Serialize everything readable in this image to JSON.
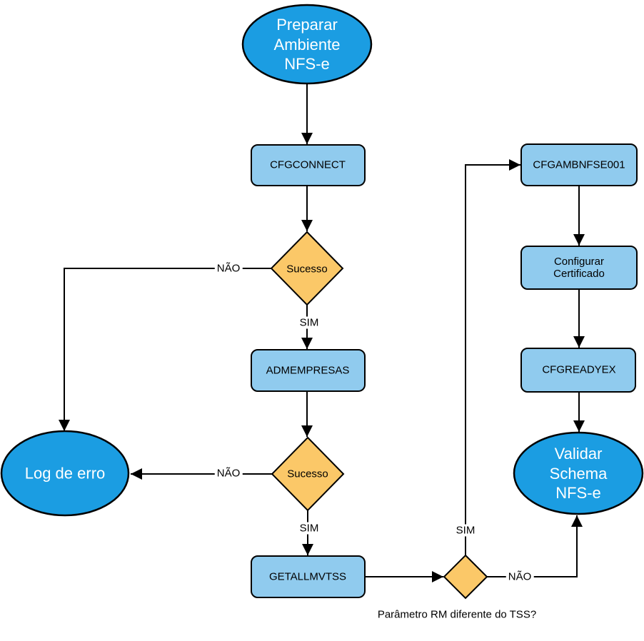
{
  "diagram": {
    "colors": {
      "terminal_fill": "#1B9DE2",
      "process_fill": "#90CBEE",
      "decision_fill": "#FBC868",
      "stroke": "#000000",
      "terminal_text": "#FFFFFF",
      "text": "#000000"
    },
    "nodes": {
      "start": {
        "label": "Preparar\nAmbiente\nNFS-e"
      },
      "cfgconnect": {
        "label": "CFGCONNECT"
      },
      "decision_sucesso_1": {
        "label": "Sucesso"
      },
      "admempresas": {
        "label": "ADMEMPRESAS"
      },
      "decision_sucesso_2": {
        "label": "Sucesso"
      },
      "log_de_erro": {
        "label": "Log de erro"
      },
      "getallmvtss": {
        "label": "GETALLMVTSS"
      },
      "decision_parametro": {
        "label": "",
        "caption": "Parâmetro RM diferente do TSS?"
      },
      "cfgambnfse001": {
        "label": "CFGAMBNFSE001"
      },
      "configurar_certificado": {
        "label": "Configurar Certificado"
      },
      "cfgreadyex": {
        "label": "CFGREADYEX"
      },
      "validar_schema": {
        "label": "Validar Schema\nNFS-e"
      }
    },
    "edge_labels": {
      "decision1_no": "NÃO",
      "decision1_yes": "SIM",
      "decision2_no": "NÃO",
      "decision2_yes": "SIM",
      "decision3_yes": "SIM",
      "decision3_no": "NÃO"
    }
  }
}
